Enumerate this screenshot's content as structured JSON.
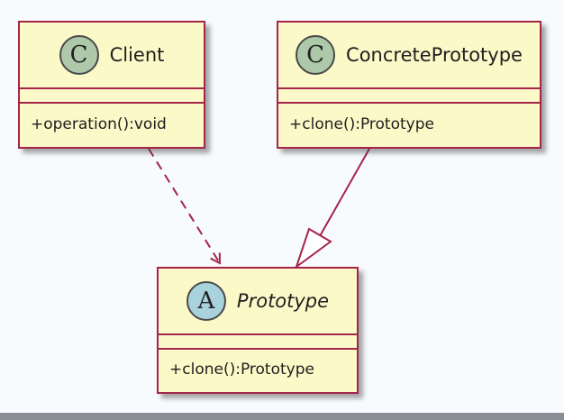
{
  "diagram": {
    "classes": {
      "client": {
        "stereotype_letter": "C",
        "name": "Client",
        "method": "+operation():void",
        "stereotype_color": "#adc9a9"
      },
      "concrete_prototype": {
        "stereotype_letter": "C",
        "name": "ConcretePrototype",
        "method": "+clone():Prototype",
        "stereotype_color": "#adc9a9"
      },
      "prototype": {
        "stereotype_letter": "A",
        "name": "Prototype",
        "method": "+clone():Prototype",
        "stereotype_color": "#a9d3dc",
        "abstract": true
      }
    },
    "relations": [
      {
        "from": "Client",
        "to": "Prototype",
        "kind": "dependency"
      },
      {
        "from": "ConcretePrototype",
        "to": "Prototype",
        "kind": "generalization"
      }
    ],
    "colors": {
      "box_fill": "#fbf9c8",
      "box_border": "#a4244a",
      "connector": "#a4244a"
    }
  }
}
